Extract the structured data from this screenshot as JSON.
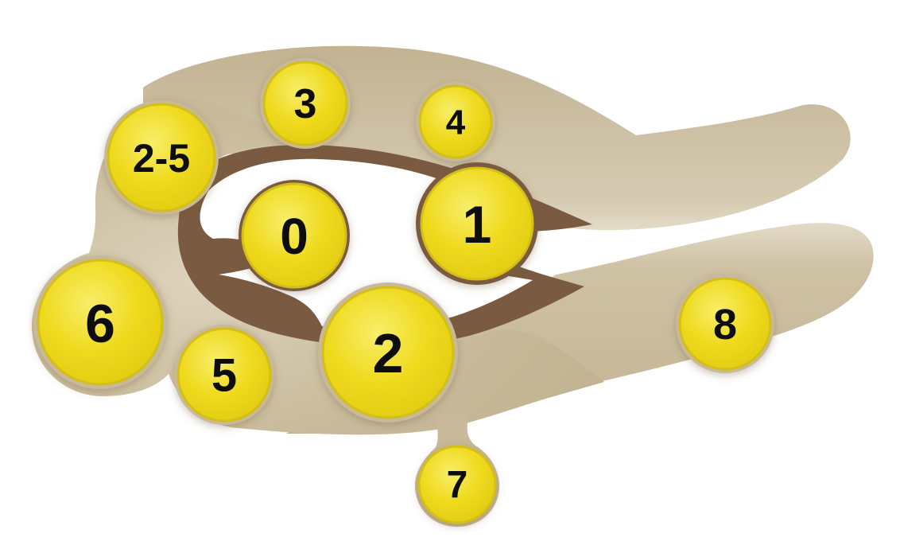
{
  "colors": {
    "background": "#ffffff",
    "shape_fill": "#c7b999",
    "shape_light": "#ddd3bd",
    "channel": "#7a5a40",
    "cavity": "#ffffff",
    "node_fill": "#f0dc1c",
    "node_highlight": "#f7ec62",
    "node_ring": "#d4bf12",
    "node_text": "#111111"
  },
  "nodes": [
    {
      "id": "node-2-5",
      "label": "2-5"
    },
    {
      "id": "node-3",
      "label": "3"
    },
    {
      "id": "node-4",
      "label": "4"
    },
    {
      "id": "node-0",
      "label": "0"
    },
    {
      "id": "node-1",
      "label": "1"
    },
    {
      "id": "node-6",
      "label": "6"
    },
    {
      "id": "node-5",
      "label": "5"
    },
    {
      "id": "node-2",
      "label": "2"
    },
    {
      "id": "node-8",
      "label": "8"
    },
    {
      "id": "node-7",
      "label": "7"
    }
  ]
}
